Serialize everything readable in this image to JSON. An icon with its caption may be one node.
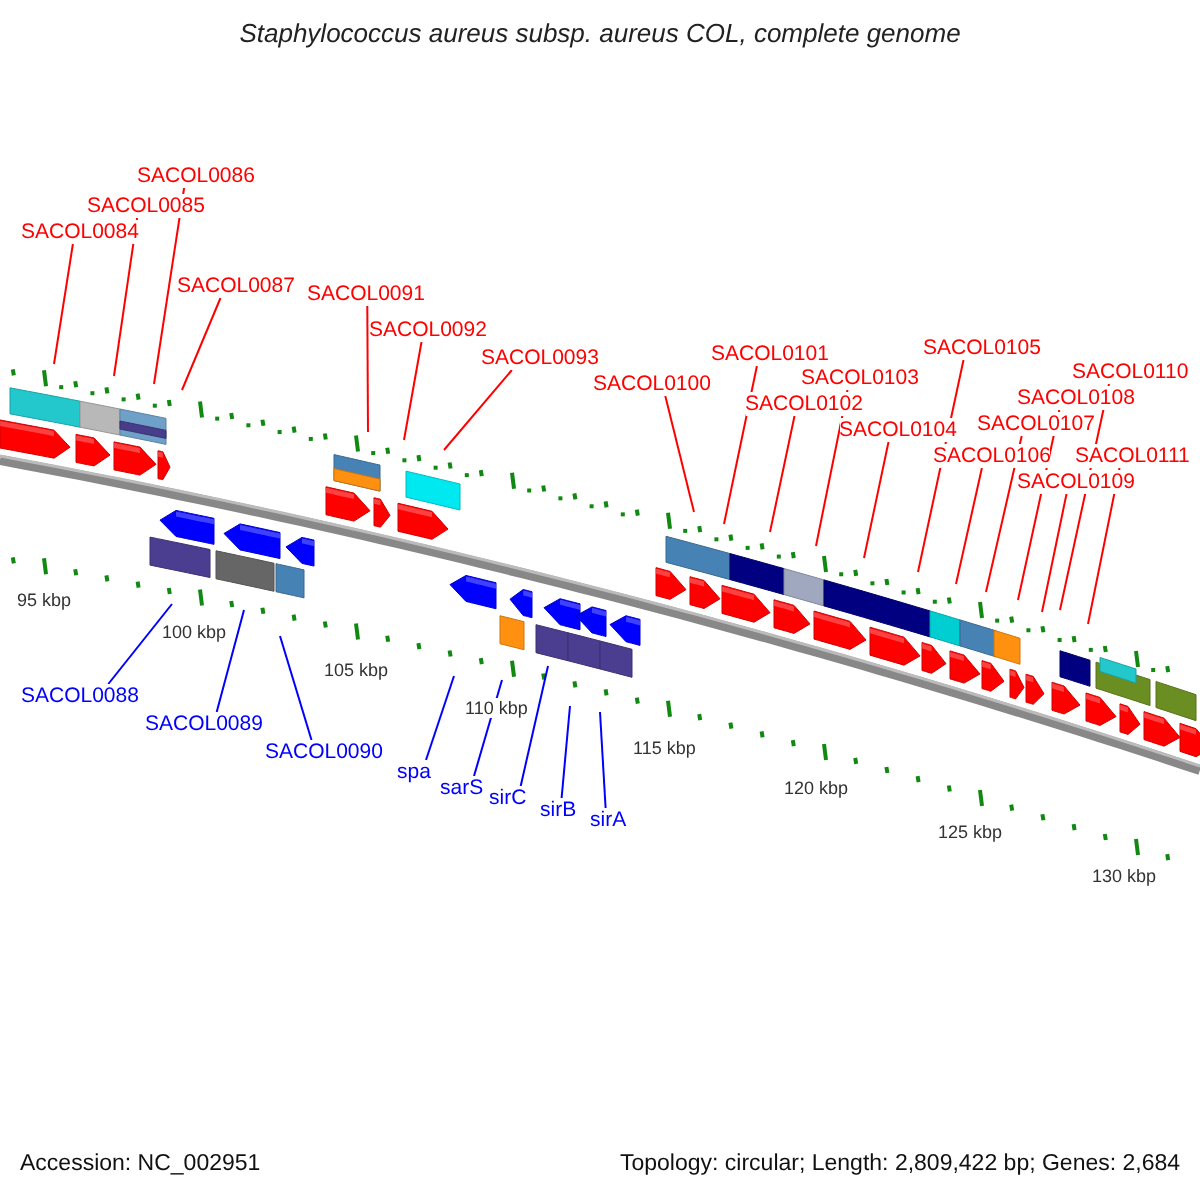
{
  "diagram": {
    "title": "Staphylococcus aureus subsp. aureus COL, complete genome",
    "nodes": [
      {
        "text": [
          "SACOL0084"
        ]
      },
      {
        "text": [
          "SACOL0085"
        ]
      },
      {
        "text": [
          "SACOL0086"
        ]
      },
      {
        "text": [
          "SACOL0087"
        ]
      },
      {
        "text": [
          "SACOL0091"
        ]
      },
      {
        "text": [
          "SACOL0092"
        ]
      },
      {
        "text": [
          "SACOL0093"
        ]
      },
      {
        "text": [
          "SACOL0100"
        ]
      },
      {
        "text": [
          "SACOL0101"
        ]
      },
      {
        "text": [
          "SACOL0102"
        ]
      },
      {
        "text": [
          "SACOL0103"
        ]
      },
      {
        "text": [
          "SACOL0104"
        ]
      },
      {
        "text": [
          "SACOL0105"
        ]
      },
      {
        "text": [
          "SACOL0106"
        ]
      },
      {
        "text": [
          "SACOL0107"
        ]
      },
      {
        "text": [
          "SACOL0108"
        ]
      },
      {
        "text": [
          "SACOL0109"
        ]
      },
      {
        "text": [
          "SACOL0110"
        ]
      },
      {
        "text": [
          "SACOL0111"
        ]
      },
      {
        "text": [
          "SACOL0088"
        ]
      },
      {
        "text": [
          "SACOL0089"
        ]
      },
      {
        "text": [
          "SACOL0090"
        ]
      },
      {
        "text": [
          "spa"
        ]
      },
      {
        "text": [
          "sarS"
        ]
      },
      {
        "text": [
          "sirC"
        ]
      },
      {
        "text": [
          "sirB"
        ]
      },
      {
        "text": [
          "sirA"
        ]
      }
    ],
    "edges": [
      {
        "from": 0,
        "to": null,
        "arrow": "none"
      },
      {
        "from": 1,
        "to": null,
        "arrow": "none"
      },
      {
        "from": 2,
        "to": null,
        "arrow": "none"
      },
      {
        "from": 3,
        "to": null,
        "arrow": "none"
      },
      {
        "from": 4,
        "to": null,
        "arrow": "none"
      },
      {
        "from": 5,
        "to": null,
        "arrow": "none"
      },
      {
        "from": 6,
        "to": null,
        "arrow": "none"
      },
      {
        "from": 7,
        "to": null,
        "arrow": "none"
      },
      {
        "from": 8,
        "to": null,
        "arrow": "none"
      },
      {
        "from": 9,
        "to": null,
        "arrow": "none"
      },
      {
        "from": 10,
        "to": null,
        "arrow": "none"
      },
      {
        "from": 11,
        "to": null,
        "arrow": "none"
      },
      {
        "from": 12,
        "to": null,
        "arrow": "none"
      },
      {
        "from": 13,
        "to": null,
        "arrow": "none"
      },
      {
        "from": 14,
        "to": null,
        "arrow": "none"
      },
      {
        "from": 15,
        "to": null,
        "arrow": "none"
      },
      {
        "from": 16,
        "to": null,
        "arrow": "none"
      },
      {
        "from": 17,
        "to": null,
        "arrow": "none"
      },
      {
        "from": 18,
        "to": null,
        "arrow": "none"
      },
      {
        "from": 19,
        "to": null,
        "arrow": "none",
        "color": "#0000ff"
      },
      {
        "from": 20,
        "to": null,
        "arrow": "none",
        "color": "#0000ff"
      },
      {
        "from": 21,
        "to": null,
        "arrow": "none",
        "color": "#0000ff"
      },
      {
        "from": 22,
        "to": null,
        "arrow": "none",
        "color": "#0000ff"
      },
      {
        "from": 23,
        "to": null,
        "arrow": "none",
        "color": "#0000ff"
      },
      {
        "from": 24,
        "to": null,
        "arrow": "none",
        "color": "#0000ff"
      },
      {
        "from": 25,
        "to": null,
        "arrow": "none",
        "color": "#0000ff"
      },
      {
        "from": 26,
        "to": null,
        "arrow": "none",
        "color": "#0000ff"
      }
    ],
    "labels": [
      "95 kbp",
      "100 kbp",
      "105 kbp",
      "110 kbp",
      "115 kbp",
      "120 kbp",
      "125 kbp",
      "130 kbp",
      "Accession: NC_002951",
      "Topology: circular; Length: 2,809,422 bp; Genes: 2,684"
    ]
  }
}
